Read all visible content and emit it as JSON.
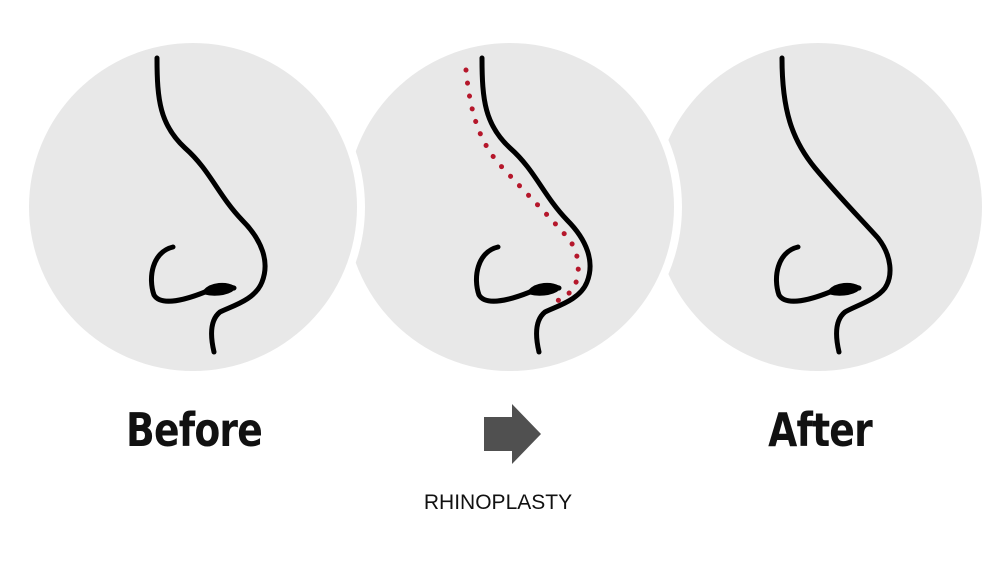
{
  "labels": {
    "before": "Before",
    "procedure": "RHINOPLASTY",
    "after": "After"
  },
  "colors": {
    "circle_fill": "#e8e8e8",
    "nose_stroke": "#000000",
    "dotted_guide": "#b5172b",
    "arrow_fill": "#505050",
    "label_text": "#111111"
  },
  "icons": {
    "arrow": "right-arrow-icon"
  }
}
